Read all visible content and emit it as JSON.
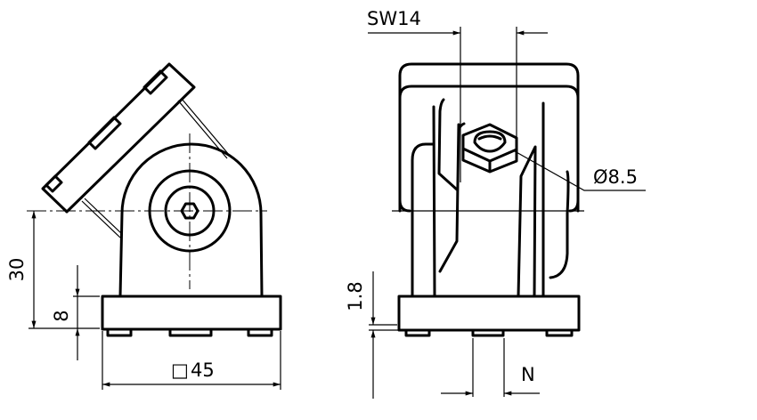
{
  "drawing": {
    "side_view": {
      "dim_height": "30",
      "dim_base_thickness": "8",
      "dim_square_symbol": "□",
      "dim_square_size": "45"
    },
    "front_view": {
      "dim_wrench_size": "SW14",
      "dim_bore_diameter": "Ø8.5",
      "dim_foot_height": "1.8",
      "dim_slot_width": "N"
    }
  }
}
